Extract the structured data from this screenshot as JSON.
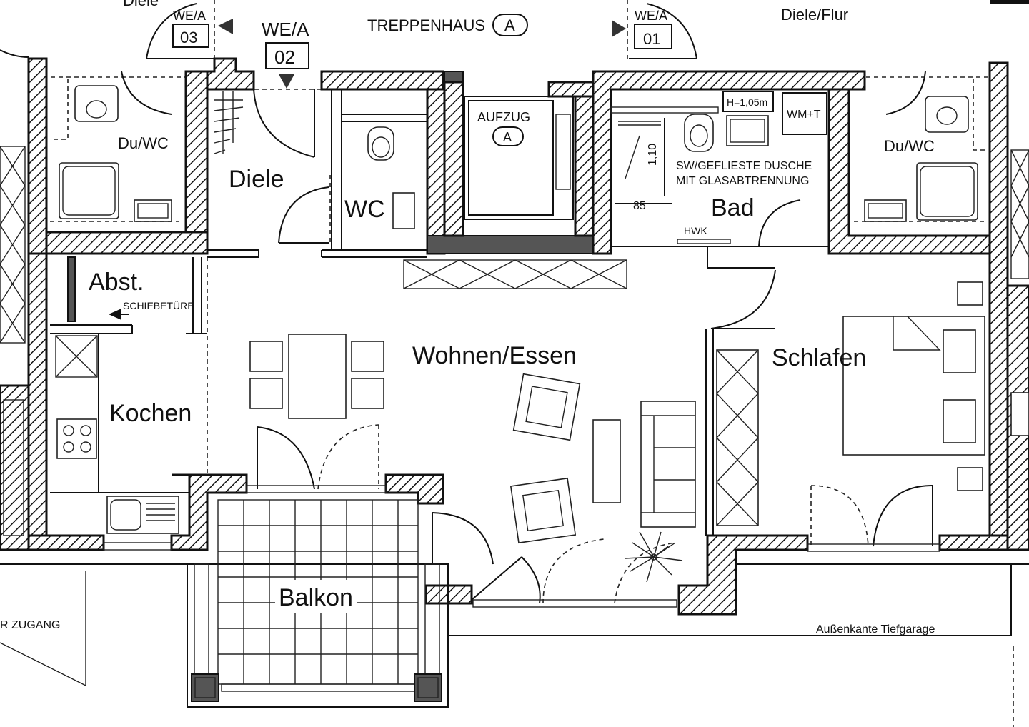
{
  "title": "",
  "units": {
    "we_a_03": {
      "tag": "WE/A",
      "number": "03"
    },
    "we_a_02": {
      "tag": "WE/A",
      "number": "02"
    },
    "we_a_01": {
      "tag": "WE/A",
      "number": "01"
    }
  },
  "labels": {
    "diele_top": "Diele",
    "diele_flur": "Diele/Flur",
    "treppenhaus": "TREPPENHAUS",
    "treppenhaus_badge": "A",
    "du_wc_left": "Du/WC",
    "du_wc_right": "Du/WC",
    "diele": "Diele",
    "wc": "WC",
    "aufzug": "AUFZUG",
    "aufzug_badge": "A",
    "height_note": "H=1,05m",
    "wm_t": "WM+T",
    "shower_note_1": "SW/GEFLIESTE DUSCHE",
    "shower_note_2": "MIT GLASABTRENNUNG",
    "dim_110": "1,10",
    "dim_85": "85",
    "bad": "Bad",
    "hwk": "HWK",
    "abst": "Abst.",
    "schiebetuere": "SCHIEBETÜRE",
    "wohnen_essen": "Wohnen/Essen",
    "schlafen": "Schlafen",
    "kochen": "Kochen",
    "balkon": "Balkon",
    "zugang": "R ZUGANG",
    "tiefgarage": "Außenkante Tiefgarage"
  },
  "colors": {
    "ink": "#111111",
    "background": "#ffffff",
    "wall_dark": "#555555"
  }
}
